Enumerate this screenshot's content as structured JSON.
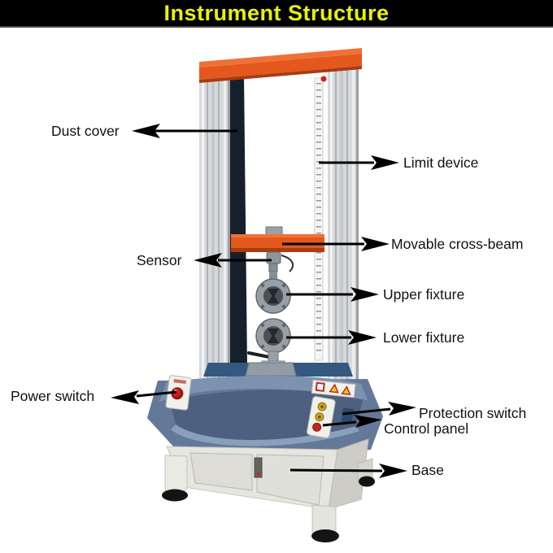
{
  "header": {
    "title": "Instrument Structure"
  },
  "labels": {
    "dust_cover": "Dust cover",
    "limit_device": "Limit device",
    "sensor": "Sensor",
    "movable_cross_beam": "Movable cross-beam",
    "upper_fixture": "Upper fixture",
    "lower_fixture": "Lower fixture",
    "power_switch": "Power switch",
    "protection_switch": "Protection switch",
    "control_panel": "Control panel",
    "base": "Base"
  },
  "colors": {
    "title_text": "#e8f207",
    "title_bg": "#000000",
    "accent_orange": "#e4571d",
    "accent_orange_light": "#f07137",
    "accent_orange_dark": "#a83c12",
    "deck_blue": "#64799a",
    "deck_blue_dark": "#4d6080",
    "machine_gray": "#d7d9db",
    "base_white": "#e6e6e0",
    "emergency_red": "#c5241b",
    "button_gold": "#cfa416",
    "label_text": "#111111"
  }
}
